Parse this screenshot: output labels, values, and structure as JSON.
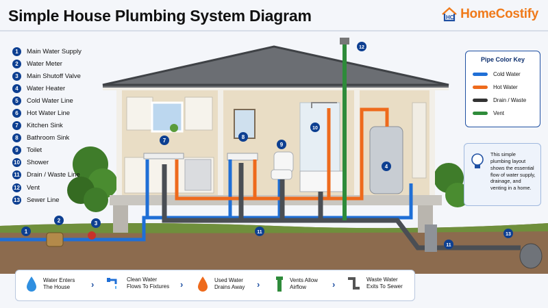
{
  "title": "Simple House Plumbing System Diagram",
  "brand": {
    "name": "HomeCostify",
    "accent": "#f07a1a"
  },
  "legend": [
    {
      "num": "1",
      "label": "Main Water Supply"
    },
    {
      "num": "2",
      "label": "Water Meter"
    },
    {
      "num": "3",
      "label": "Main Shutoff Valve"
    },
    {
      "num": "4",
      "label": "Water Heater"
    },
    {
      "num": "5",
      "label": "Cold Water Line"
    },
    {
      "num": "6",
      "label": "Hot Water Line"
    },
    {
      "num": "7",
      "label": "Kitchen Sink"
    },
    {
      "num": "8",
      "label": "Bathroom Sink"
    },
    {
      "num": "9",
      "label": "Toilet"
    },
    {
      "num": "10",
      "label": "Shower"
    },
    {
      "num": "11",
      "label": "Drain / Waste Line"
    },
    {
      "num": "12",
      "label": "Vent"
    },
    {
      "num": "13",
      "label": "Sewer Line"
    }
  ],
  "pipe_key": {
    "title": "Pipe Color Key",
    "items": [
      {
        "label": "Cold Water",
        "color": "#1f6fd6"
      },
      {
        "label": "Hot Water",
        "color": "#ee6a1c"
      },
      {
        "label": "Drain / Waste",
        "color": "#333333"
      },
      {
        "label": "Vent",
        "color": "#2e8b3a"
      }
    ]
  },
  "info_text": "This simple plumbing layout shows the essential flow of water supply, drainage, and venting in a home.",
  "flow_steps": [
    {
      "line1": "Water Enters",
      "line2": "The House",
      "icon": "water-drop-icon"
    },
    {
      "line1": "Clean Water",
      "line2": "Flows To Fixtures",
      "icon": "faucet-icon"
    },
    {
      "line1": "Used Water",
      "line2": "Drains Away",
      "icon": "drop-icon"
    },
    {
      "line1": "Vents Allow",
      "line2": "Airflow",
      "icon": "vent-pipe-icon"
    },
    {
      "line1": "Waste Water",
      "line2": "Exits To Sewer",
      "icon": "sewer-pipe-icon"
    }
  ],
  "callouts": {
    "c1": "1",
    "c2": "2",
    "c3": "3",
    "c4": "4",
    "c7": "7",
    "c8": "8",
    "c9": "9",
    "c10": "10",
    "c11a": "11",
    "c11b": "11",
    "c12": "12",
    "c13": "13"
  }
}
